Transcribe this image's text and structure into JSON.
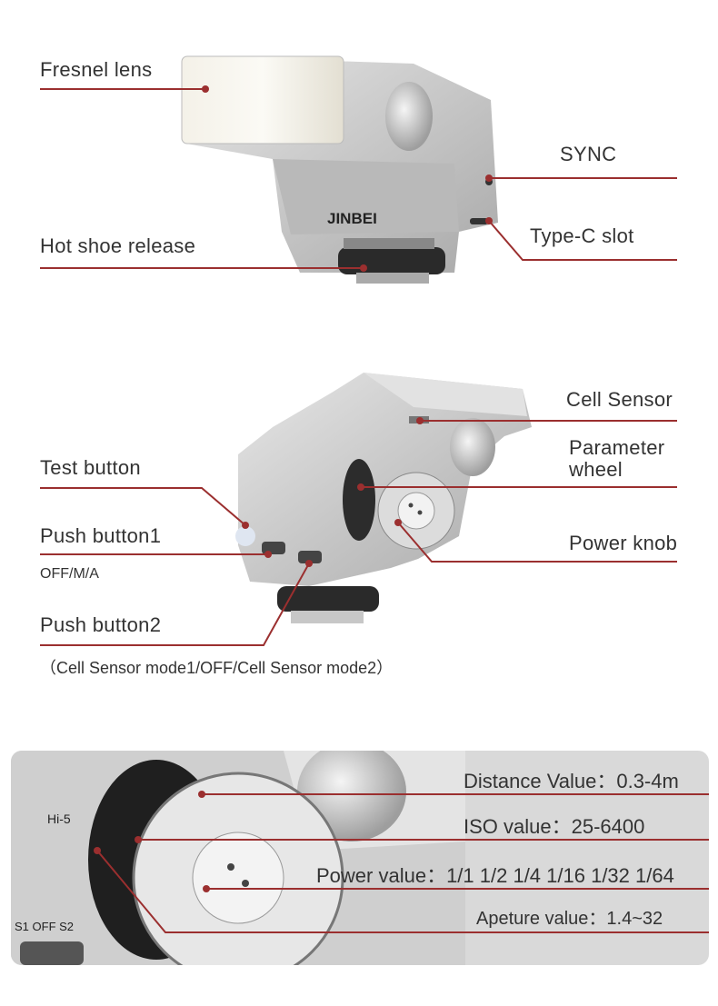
{
  "section1": {
    "fresnel": "Fresnel lens",
    "sync": "SYNC",
    "hotshoe": "Hot shoe release",
    "typec": "Type-C slot",
    "brand": "JINBEI"
  },
  "section2": {
    "cell": "Cell Sensor",
    "param1": "Parameter",
    "param2": "wheel",
    "test": "Test button",
    "push1": "Push button1",
    "push1_sub": "OFF/M/A",
    "power": "Power knob",
    "push2": "Push button2",
    "push2_sub": "（Cell Sensor mode1/OFF/Cell Sensor mode2）"
  },
  "section3": {
    "distance": "Distance Value：0.3-4m",
    "iso": "ISO  value：25-6400",
    "powerval": "Power value：1/1 1/2 1/4 1/16 1/32 1/64",
    "aperture": "Apeture value：1.4~32"
  },
  "colors": {
    "leader": "#9b2f2f",
    "body": "#c9c9c9"
  }
}
